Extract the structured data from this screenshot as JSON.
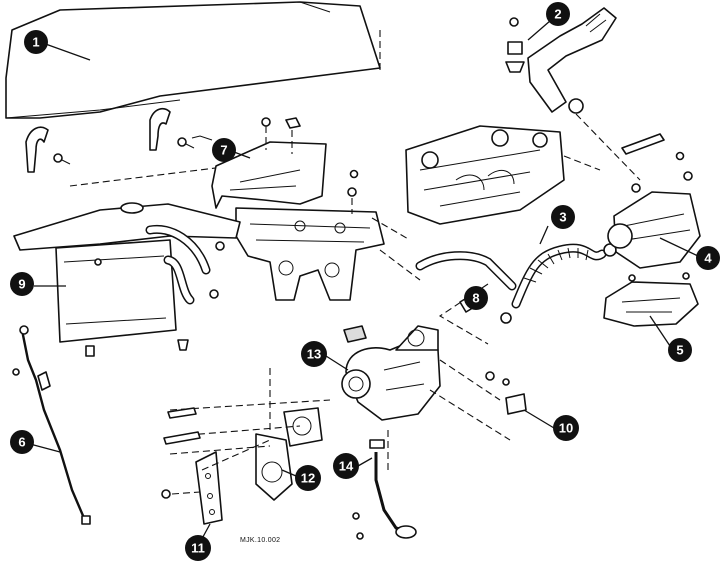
{
  "diagram": {
    "reference_code": "MJK.10.002",
    "callouts": [
      {
        "id": "callout-1",
        "label": "1"
      },
      {
        "id": "callout-2",
        "label": "2"
      },
      {
        "id": "callout-3",
        "label": "3"
      },
      {
        "id": "callout-4",
        "label": "4"
      },
      {
        "id": "callout-5",
        "label": "5"
      },
      {
        "id": "callout-6",
        "label": "6"
      },
      {
        "id": "callout-7",
        "label": "7"
      },
      {
        "id": "callout-8",
        "label": "8"
      },
      {
        "id": "callout-9",
        "label": "9"
      },
      {
        "id": "callout-10",
        "label": "10"
      },
      {
        "id": "callout-11",
        "label": "11"
      },
      {
        "id": "callout-12",
        "label": "12"
      },
      {
        "id": "callout-13",
        "label": "13"
      },
      {
        "id": "callout-14",
        "label": "14"
      }
    ]
  }
}
